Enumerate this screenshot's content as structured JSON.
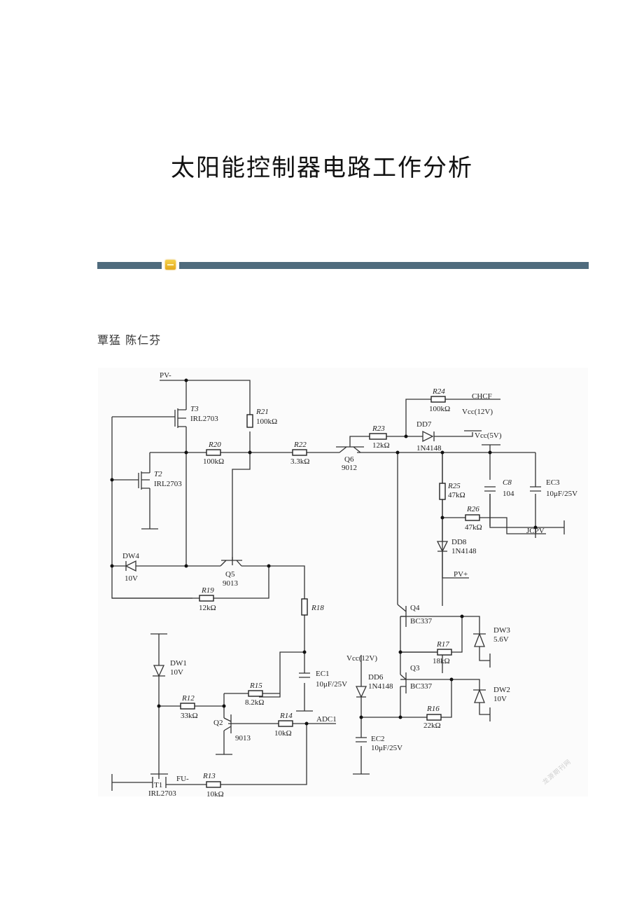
{
  "document": {
    "title": "太阳能控制器电路工作分析",
    "authors": "覃猛  陈仁芬",
    "watermark": "龙源期刊网"
  },
  "figure": {
    "nets": {
      "pv_minus": "PV-",
      "pv_plus": "PV+",
      "chcf": "CHCF",
      "jcpv": "JCPV",
      "adc1": "ADC1",
      "fu_minus": "FU-",
      "vcc12_a": "Vcc(12V)",
      "vcc5": "Vcc(5V)",
      "vcc12_b": "Vcc(12V)"
    },
    "components": {
      "T3": {
        "ref": "T3",
        "value": "IRL2703"
      },
      "T2": {
        "ref": "T2",
        "value": "IRL2703"
      },
      "T1": {
        "ref": "T1",
        "value": "IRL2703"
      },
      "R21": {
        "ref": "R21",
        "value": "100kΩ"
      },
      "R20": {
        "ref": "R20",
        "value": "100kΩ"
      },
      "R22": {
        "ref": "R22",
        "value": "3.3kΩ"
      },
      "Q6": {
        "ref": "Q6",
        "value": "9012"
      },
      "R23": {
        "ref": "R23",
        "value": "12kΩ"
      },
      "R24": {
        "ref": "R24",
        "value": "100kΩ"
      },
      "DD7": {
        "ref": "DD7",
        "value": "1N4148"
      },
      "C8": {
        "ref": "C8",
        "value": "104"
      },
      "EC3": {
        "ref": "EC3",
        "value": "10μF/25V"
      },
      "R25": {
        "ref": "R25",
        "value": "47kΩ"
      },
      "R26": {
        "ref": "R26",
        "value": "47kΩ"
      },
      "DD8": {
        "ref": "DD8",
        "value": "1N4148"
      },
      "DW4": {
        "ref": "DW4",
        "value": "10V"
      },
      "Q5": {
        "ref": "Q5",
        "value": "9013"
      },
      "R19": {
        "ref": "R19",
        "value": "12kΩ"
      },
      "R18": {
        "ref": "R18",
        "value": ""
      },
      "Q4": {
        "ref": "Q4",
        "value": "BC337"
      },
      "DW3": {
        "ref": "DW3",
        "value": "5.6V"
      },
      "R17": {
        "ref": "R17",
        "value": "18kΩ"
      },
      "Q3": {
        "ref": "Q3",
        "value": "BC337"
      },
      "DD6": {
        "ref": "DD6",
        "value": "1N4148"
      },
      "DW2": {
        "ref": "DW2",
        "value": "10V"
      },
      "R16": {
        "ref": "R16",
        "value": "22kΩ"
      },
      "EC2": {
        "ref": "EC2",
        "value": "10μF/25V"
      },
      "DW1": {
        "ref": "DW1",
        "value": "10V"
      },
      "EC1": {
        "ref": "EC1",
        "value": "10μF/25V"
      },
      "R12": {
        "ref": "R12",
        "value": "33kΩ"
      },
      "R15": {
        "ref": "R15",
        "value": "8.2kΩ"
      },
      "Q2": {
        "ref": "Q2",
        "value": "9013"
      },
      "R14": {
        "ref": "R14",
        "value": "10kΩ"
      },
      "R13": {
        "ref": "R13",
        "value": "10kΩ"
      }
    }
  }
}
